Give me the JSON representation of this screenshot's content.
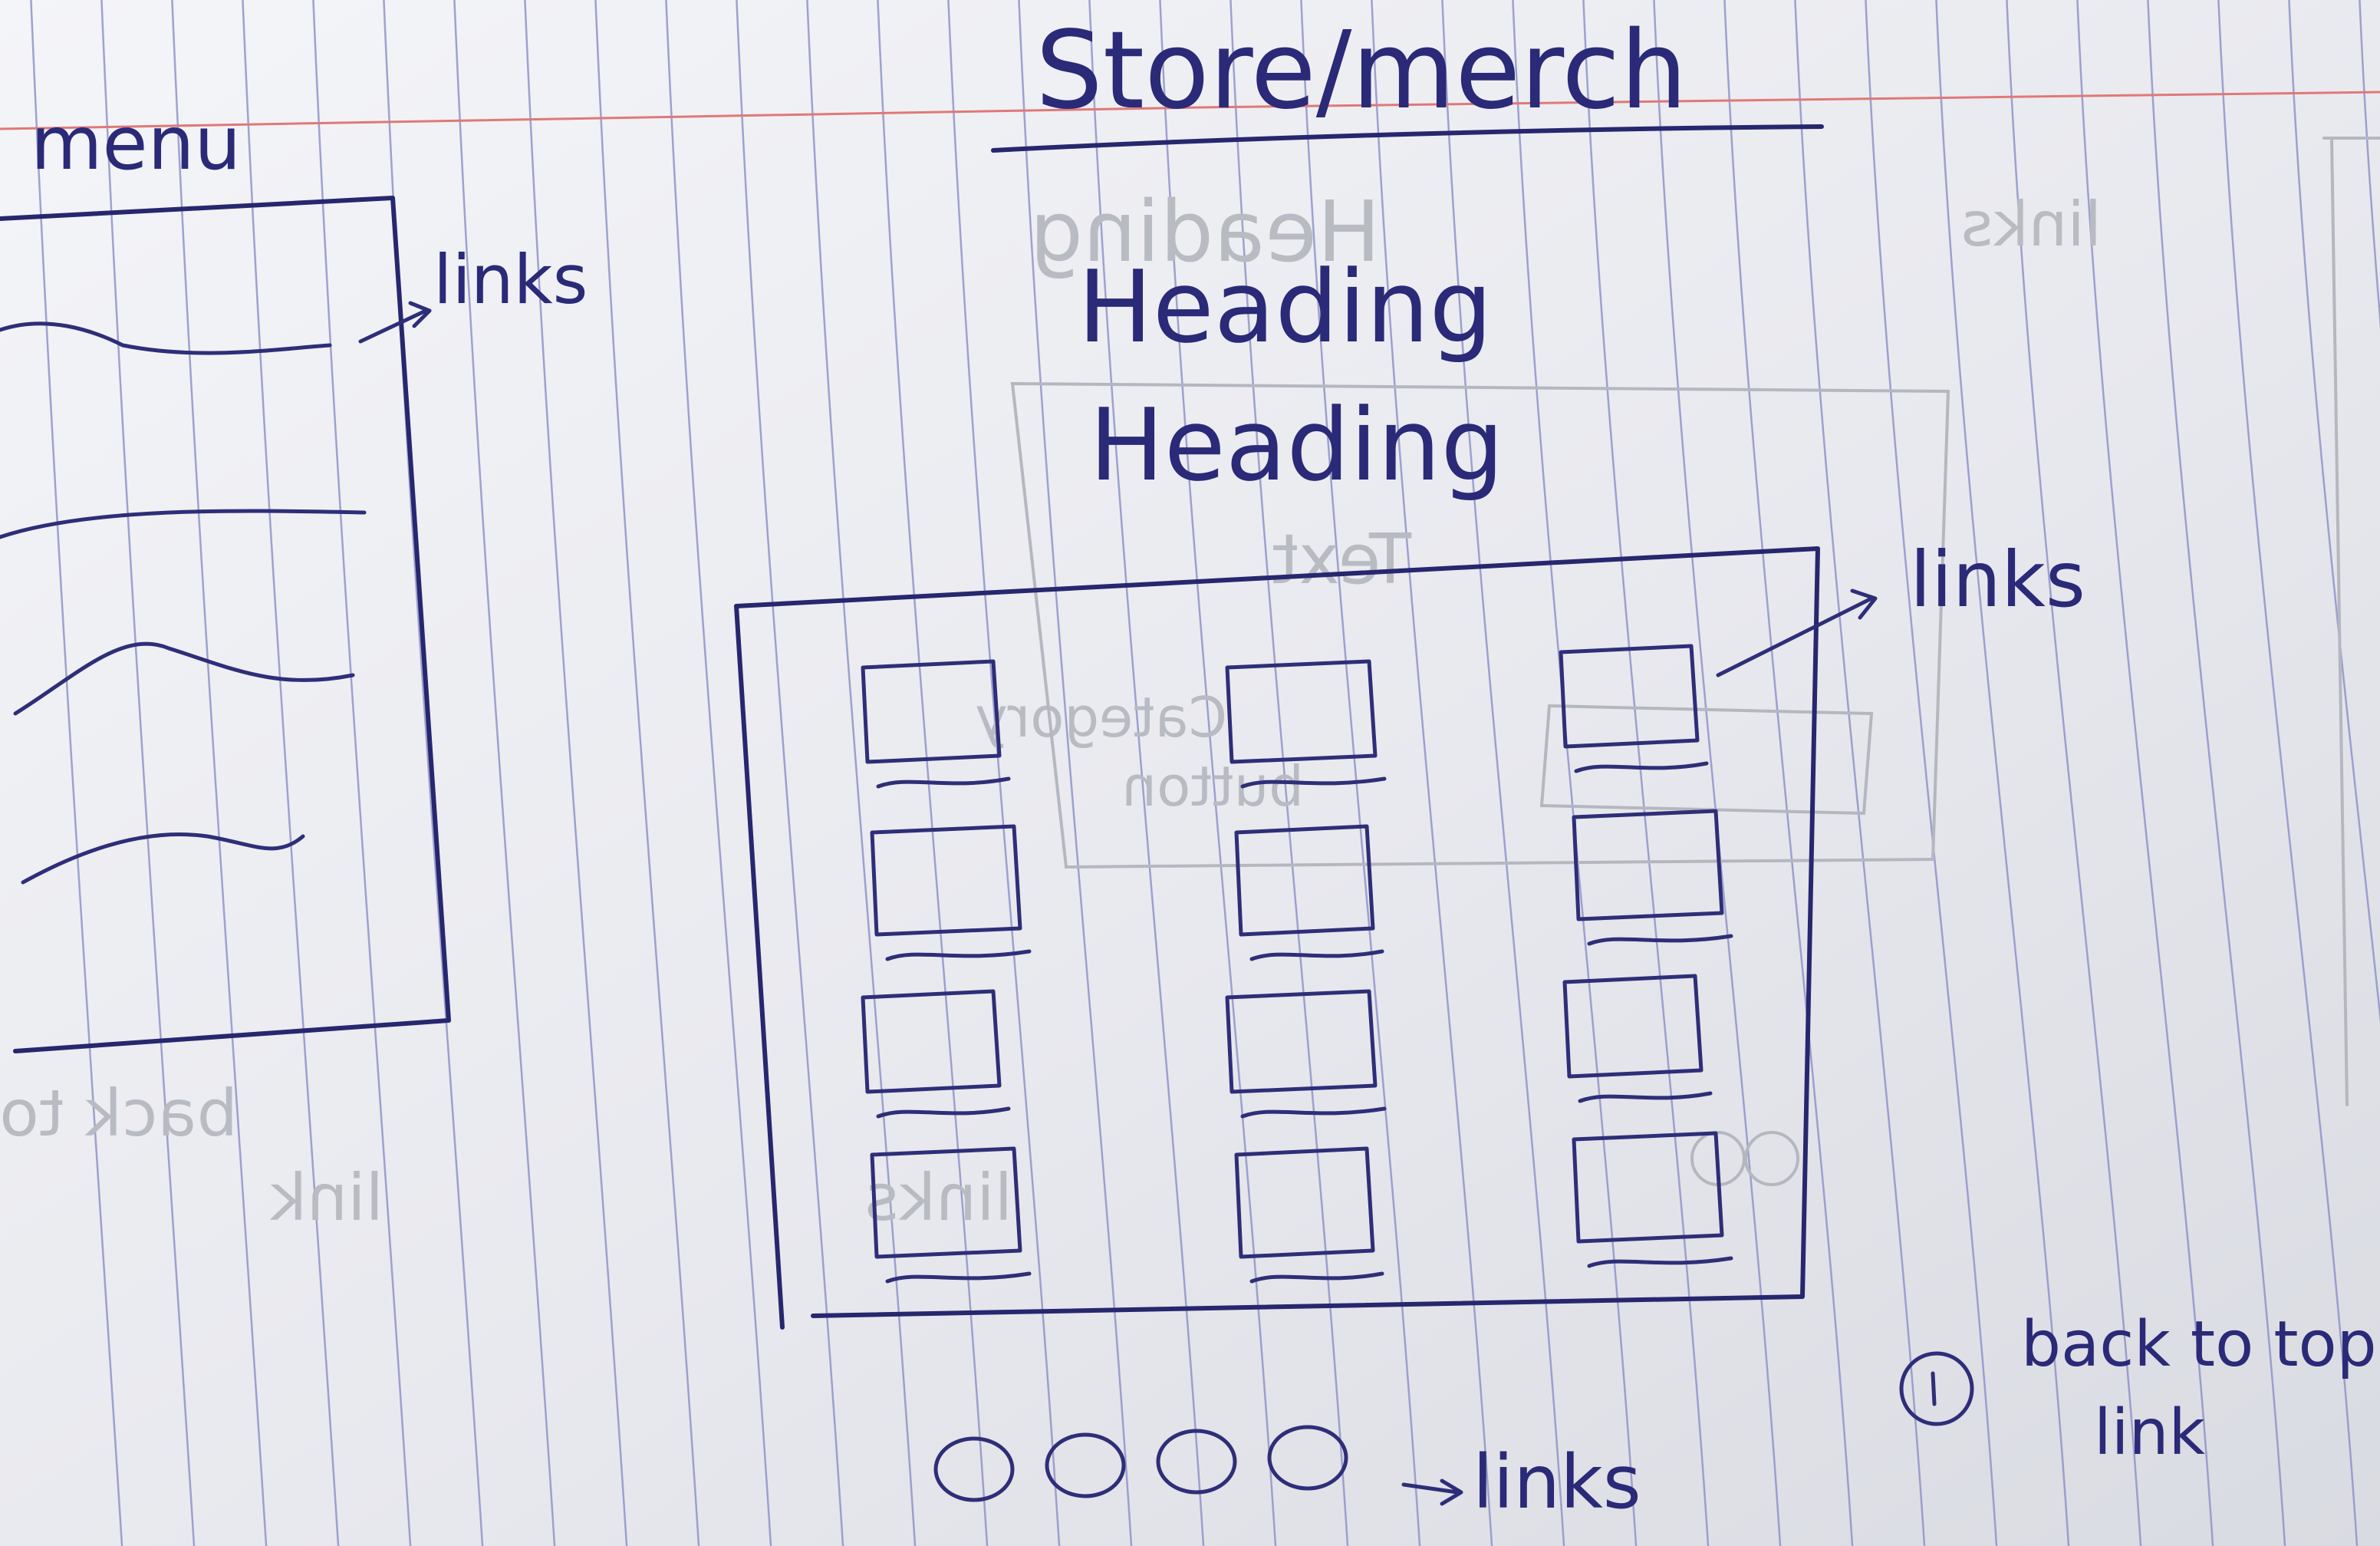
{
  "title": "Store/merch",
  "menu": {
    "label": "menu",
    "links_label": "links"
  },
  "headings": [
    "Heading",
    "Heading"
  ],
  "grid": {
    "links_label": "links",
    "columns": 3,
    "rows": 4
  },
  "pagination": {
    "dots": 4,
    "links_label": "links"
  },
  "back_to_top": {
    "line1": "back to top",
    "line2": "link"
  },
  "ghost_text": {
    "back_to_top": "back to top",
    "link": "link",
    "links": "links",
    "heading": "Heading",
    "text": "Text",
    "category": "Category",
    "button": "button"
  },
  "colors": {
    "ink": "#27276f",
    "paper": "#e9eaef",
    "rule_blue": "#8f93c8",
    "margin_red": "#e06a6a"
  }
}
